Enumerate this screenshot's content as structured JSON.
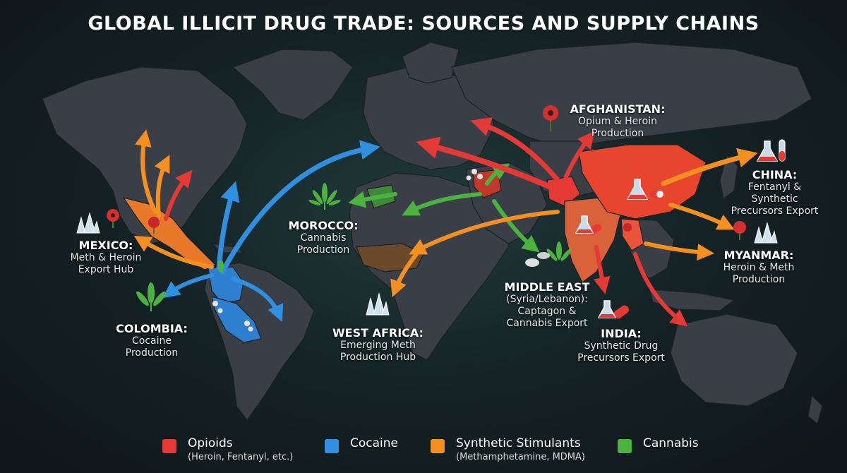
{
  "title": "GLOBAL ILLICIT DRUG TRADE: SOURCES AND SUPPLY CHAINS",
  "regions": [
    {
      "name": "MEXICO:",
      "desc": [
        "Meth & Heroin",
        "Export Hub"
      ]
    },
    {
      "name": "COLOMBIA:",
      "desc": [
        "Cocaine",
        "Production"
      ]
    },
    {
      "name": "MOROCCO:",
      "desc": [
        "Cannabis",
        "Production"
      ]
    },
    {
      "name": "WEST AFRICA:",
      "desc": [
        "Emerging Meth",
        "Production Hub"
      ]
    },
    {
      "name": "AFGHANISTAN:",
      "desc": [
        "Opium & Heroin",
        "Production"
      ]
    },
    {
      "name": "MIDDLE EAST",
      "desc": [
        "(Syria/Lebanon):",
        "Captagon &",
        "Cannabis Export"
      ]
    },
    {
      "name": "INDIA:",
      "desc": [
        "Synthetic Drug",
        "Precursors Export"
      ]
    },
    {
      "name": "CHINA:",
      "desc": [
        "Fentanyl &",
        "Synthetic",
        "Precursors Export"
      ]
    },
    {
      "name": "MYANMAR:",
      "desc": [
        "Heroin & Meth",
        "Production"
      ]
    }
  ],
  "legend": [
    {
      "label": "Opioids",
      "sub": "(Heroin, Fentanyl, etc.)",
      "color": "#e53935"
    },
    {
      "label": "Cocaine",
      "sub": "",
      "color": "#2f8fe0"
    },
    {
      "label": "Synthetic Stimulants",
      "sub": "(Methamphetamine, MDMA)",
      "color": "#f5901e"
    },
    {
      "label": "Cannabis",
      "sub": "",
      "color": "#4cb23f"
    }
  ],
  "colors": {
    "opioids": "#e53935",
    "cocaine": "#2f8fe0",
    "synthetic": "#f5901e",
    "cannabis": "#4cb23f",
    "land": "#3a3f47",
    "border": "#1c2024"
  },
  "icons": [
    "poppy-icon",
    "meth-crystal-icon",
    "cannabis-leaf-icon",
    "lab-flask-icon",
    "pills-icon"
  ]
}
